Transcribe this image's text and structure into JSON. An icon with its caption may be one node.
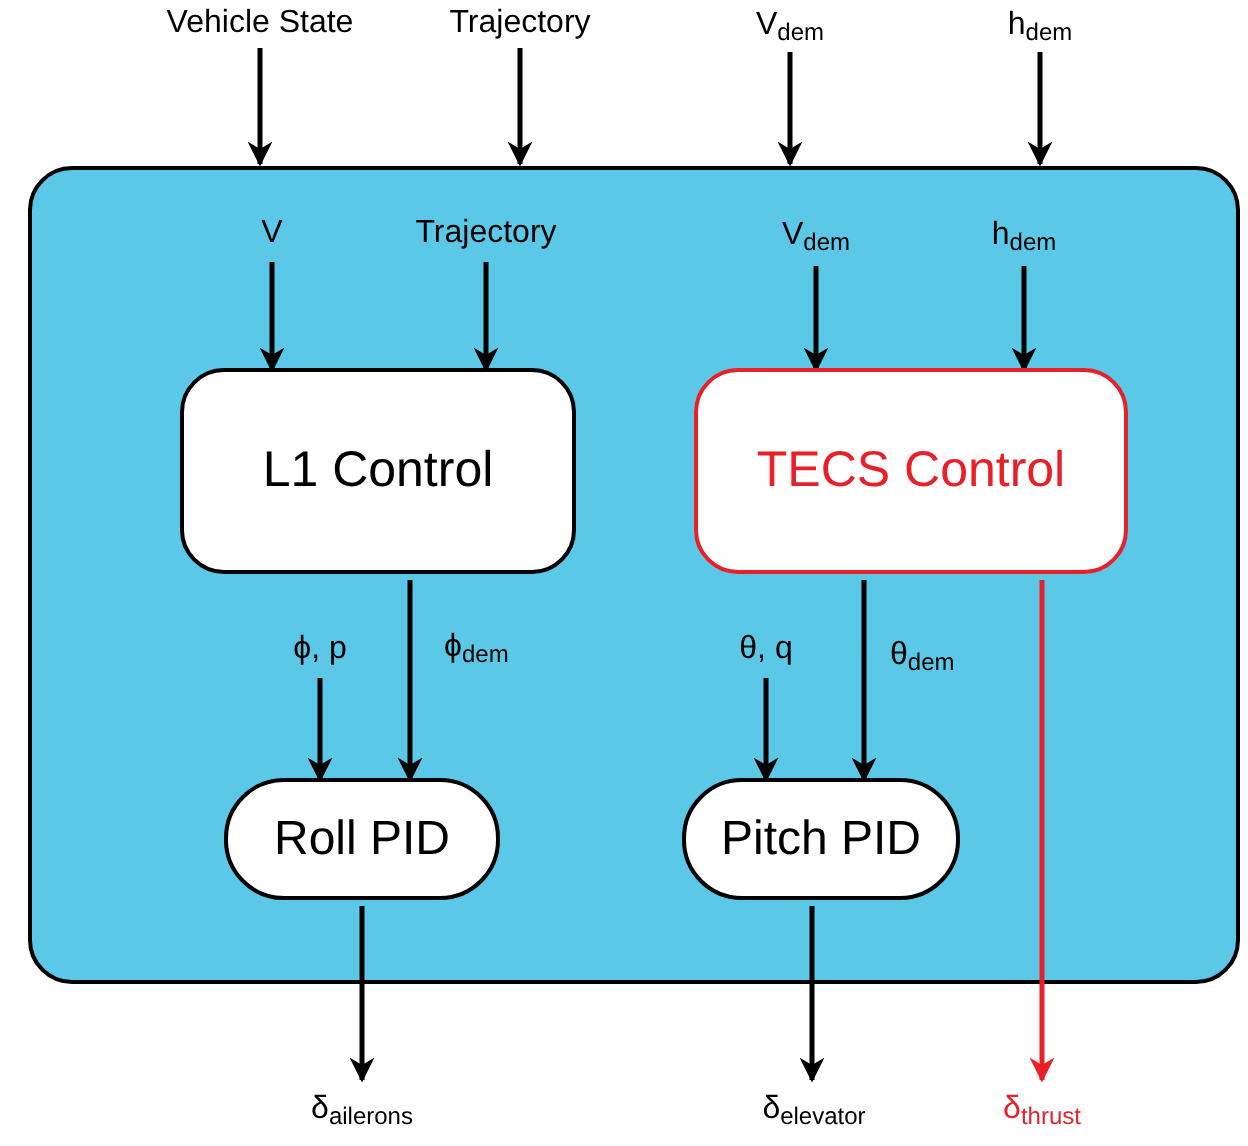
{
  "diagram": {
    "nodes": [
      {
        "text": [
          "Vehicle State"
        ]
      },
      {
        "text": [
          "Trajectory"
        ]
      },
      {
        "text": [
          "V$_{dem}$"
        ]
      },
      {
        "text": [
          "h$_{dem}$"
        ]
      },
      {
        "text": [],
        "shape": "box"
      },
      {
        "text": [
          "V"
        ],
        "in": 4
      },
      {
        "text": [
          "Trajectory"
        ],
        "in": 4
      },
      {
        "text": [
          "V$_{dem}$"
        ],
        "in": 4
      },
      {
        "text": [
          "h$_{dem}$"
        ],
        "in": 4
      },
      {
        "text": [
          "L1 Control"
        ],
        "in": 4
      },
      {
        "text": [
          "TECS Control"
        ],
        "in": 4
      },
      {
        "text": [
          "ϕ, p"
        ],
        "in": 4
      },
      {
        "text": [
          "θ, q"
        ],
        "in": 4
      },
      {
        "text": [
          "Roll PID"
        ],
        "in": 4
      },
      {
        "text": [
          "Pitch PID"
        ],
        "in": 4
      },
      {
        "text": [
          "δ$_{ailerons}$"
        ]
      },
      {
        "text": [
          "δ$_{elevator}$"
        ]
      },
      {
        "text": [
          "δ$_{thrust}$"
        ]
      }
    ],
    "edges": [
      {
        "from": 0,
        "to": 4,
        "arrow": "to"
      },
      {
        "from": 1,
        "to": 4,
        "arrow": "to"
      },
      {
        "from": 2,
        "to": 4,
        "arrow": "to"
      },
      {
        "from": 3,
        "to": 4,
        "arrow": "to"
      },
      {
        "from": 5,
        "to": 9,
        "arrow": "to"
      },
      {
        "from": 6,
        "to": 9,
        "arrow": "to"
      },
      {
        "from": 7,
        "to": 10,
        "arrow": "to"
      },
      {
        "from": 8,
        "to": 10,
        "arrow": "to"
      },
      {
        "from": 9,
        "to": 13,
        "arrow": "to",
        "label": "ϕ$_{dem}$"
      },
      {
        "from": 11,
        "to": 13,
        "arrow": "to"
      },
      {
        "from": 12,
        "to": 14,
        "arrow": "to"
      },
      {
        "from": 10,
        "to": 14,
        "arrow": "to",
        "label": "θ$_{dem}$"
      },
      {
        "from": 13,
        "to": 15,
        "arrow": "to"
      },
      {
        "from": 14,
        "to": 16,
        "arrow": "to"
      },
      {
        "from": 10,
        "to": 17,
        "arrow": "to",
        "color": "#e8202a"
      }
    ]
  }
}
